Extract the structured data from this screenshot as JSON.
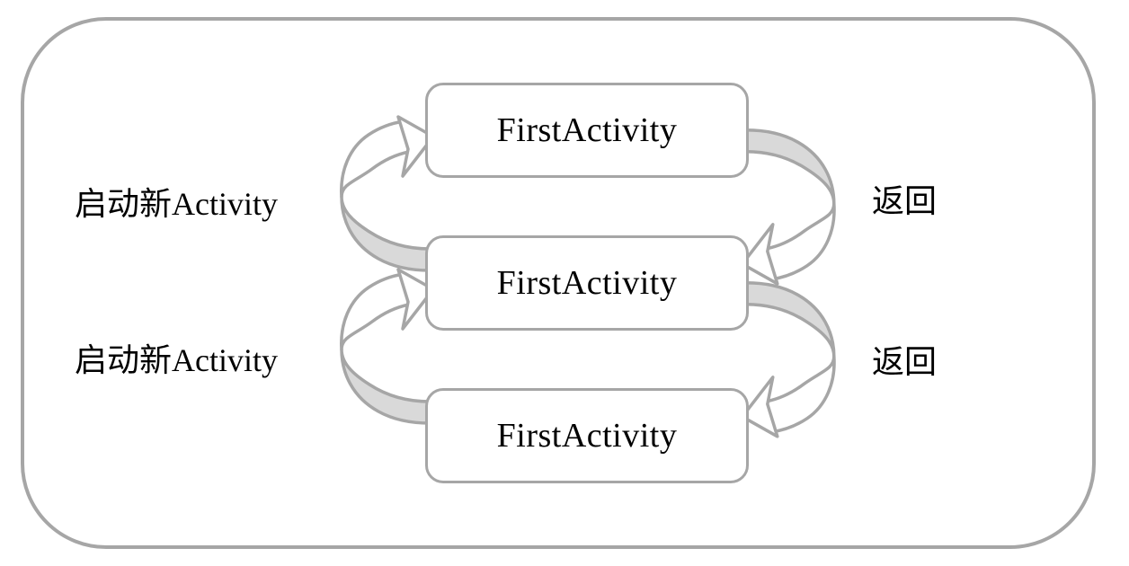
{
  "diagram": {
    "title_hint": "Activity back-stack transition diagram",
    "colors": {
      "border_stroke": "#a6a6a6",
      "ribbon_fill": "#d9d9d9",
      "box_background": "#ffffff",
      "text": "#000000"
    },
    "boxes": [
      {
        "label": "FirstActivity"
      },
      {
        "label": "FirstActivity"
      },
      {
        "label": "FirstActivity"
      }
    ],
    "transitions": [
      {
        "side": "left",
        "label": "启动新Activity"
      },
      {
        "side": "right",
        "label": "返回"
      },
      {
        "side": "left",
        "label": "启动新Activity"
      },
      {
        "side": "right",
        "label": "返回"
      }
    ]
  }
}
